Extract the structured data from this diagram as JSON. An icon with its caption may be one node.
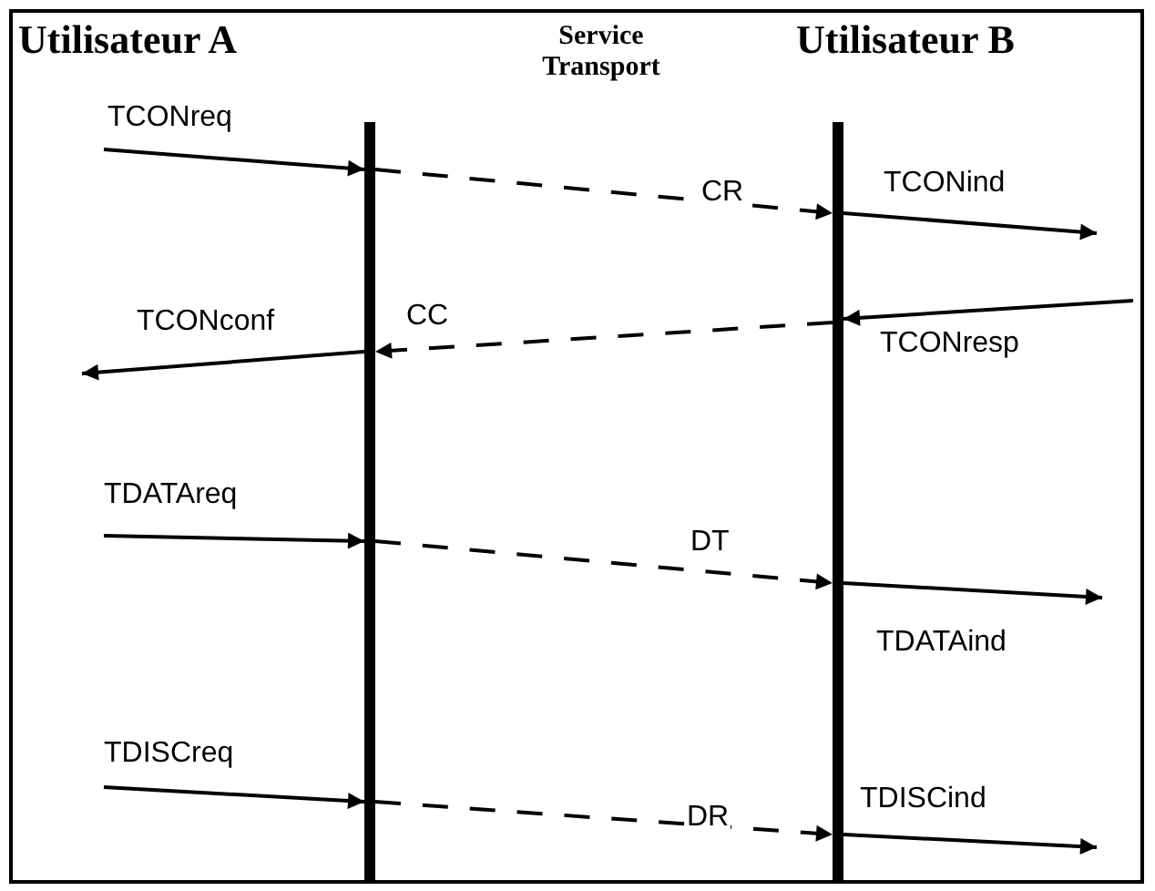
{
  "diagram": {
    "nodes": [
      {
        "text": [
          "Utilisateur A"
        ]
      },
      {
        "text": [
          "Utilisateur B"
        ]
      }
    ],
    "edges": [
      {
        "from": null,
        "to": 0,
        "arrow": "to",
        "label": "TCONreq"
      },
      {
        "from": 0,
        "to": 1,
        "arrow": "to",
        "label": "CR",
        "style": "dashed"
      },
      {
        "from": 1,
        "to": null,
        "arrow": "to",
        "label": "TCONind"
      },
      {
        "from": null,
        "to": 1,
        "arrow": "to",
        "label": "TCONresp"
      },
      {
        "from": 1,
        "to": 0,
        "arrow": "to",
        "label": "CC",
        "style": "dashed"
      },
      {
        "from": 0,
        "to": null,
        "arrow": "to",
        "label": "TCONconf"
      },
      {
        "from": null,
        "to": 0,
        "arrow": "to",
        "label": "TDATAreq"
      },
      {
        "from": 0,
        "to": 1,
        "arrow": "to",
        "label": "DT",
        "style": "dashed"
      },
      {
        "from": 1,
        "to": null,
        "arrow": "to",
        "label": "TDATAind"
      },
      {
        "from": null,
        "to": 0,
        "arrow": "to",
        "label": "TDISCreq"
      },
      {
        "from": 0,
        "to": 1,
        "arrow": "to",
        "label": "DR",
        "style": "dashed"
      },
      {
        "from": 1,
        "to": null,
        "arrow": "to",
        "label": "TDISCind"
      }
    ],
    "labels": [
      "Service Transport"
    ]
  }
}
